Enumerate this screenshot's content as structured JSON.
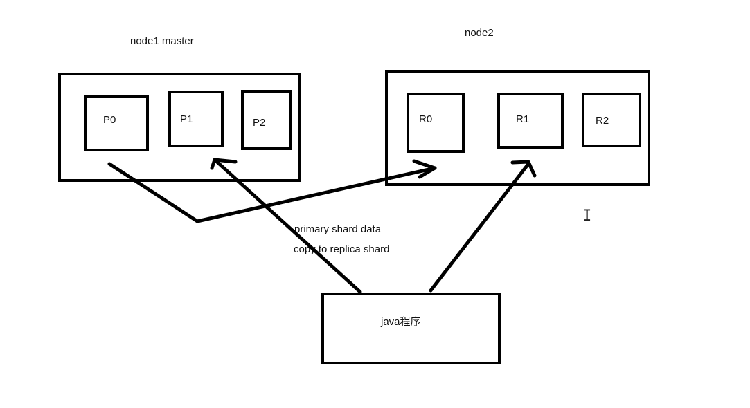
{
  "nodes": {
    "node1": {
      "label": "node1  master"
    },
    "node2": {
      "label": "node2"
    }
  },
  "shards": {
    "p0": "P0",
    "p1": "P1",
    "p2": "P2",
    "r0": "R0",
    "r1": "R1",
    "r2": "R2"
  },
  "client": {
    "label": "java程序"
  },
  "annotation": {
    "line1": "primary shard data",
    "line2": "copy to replica shard"
  },
  "colors": {
    "stroke": "#000000",
    "background": "#ffffff"
  },
  "cursor_icon": "text-cursor-icon"
}
